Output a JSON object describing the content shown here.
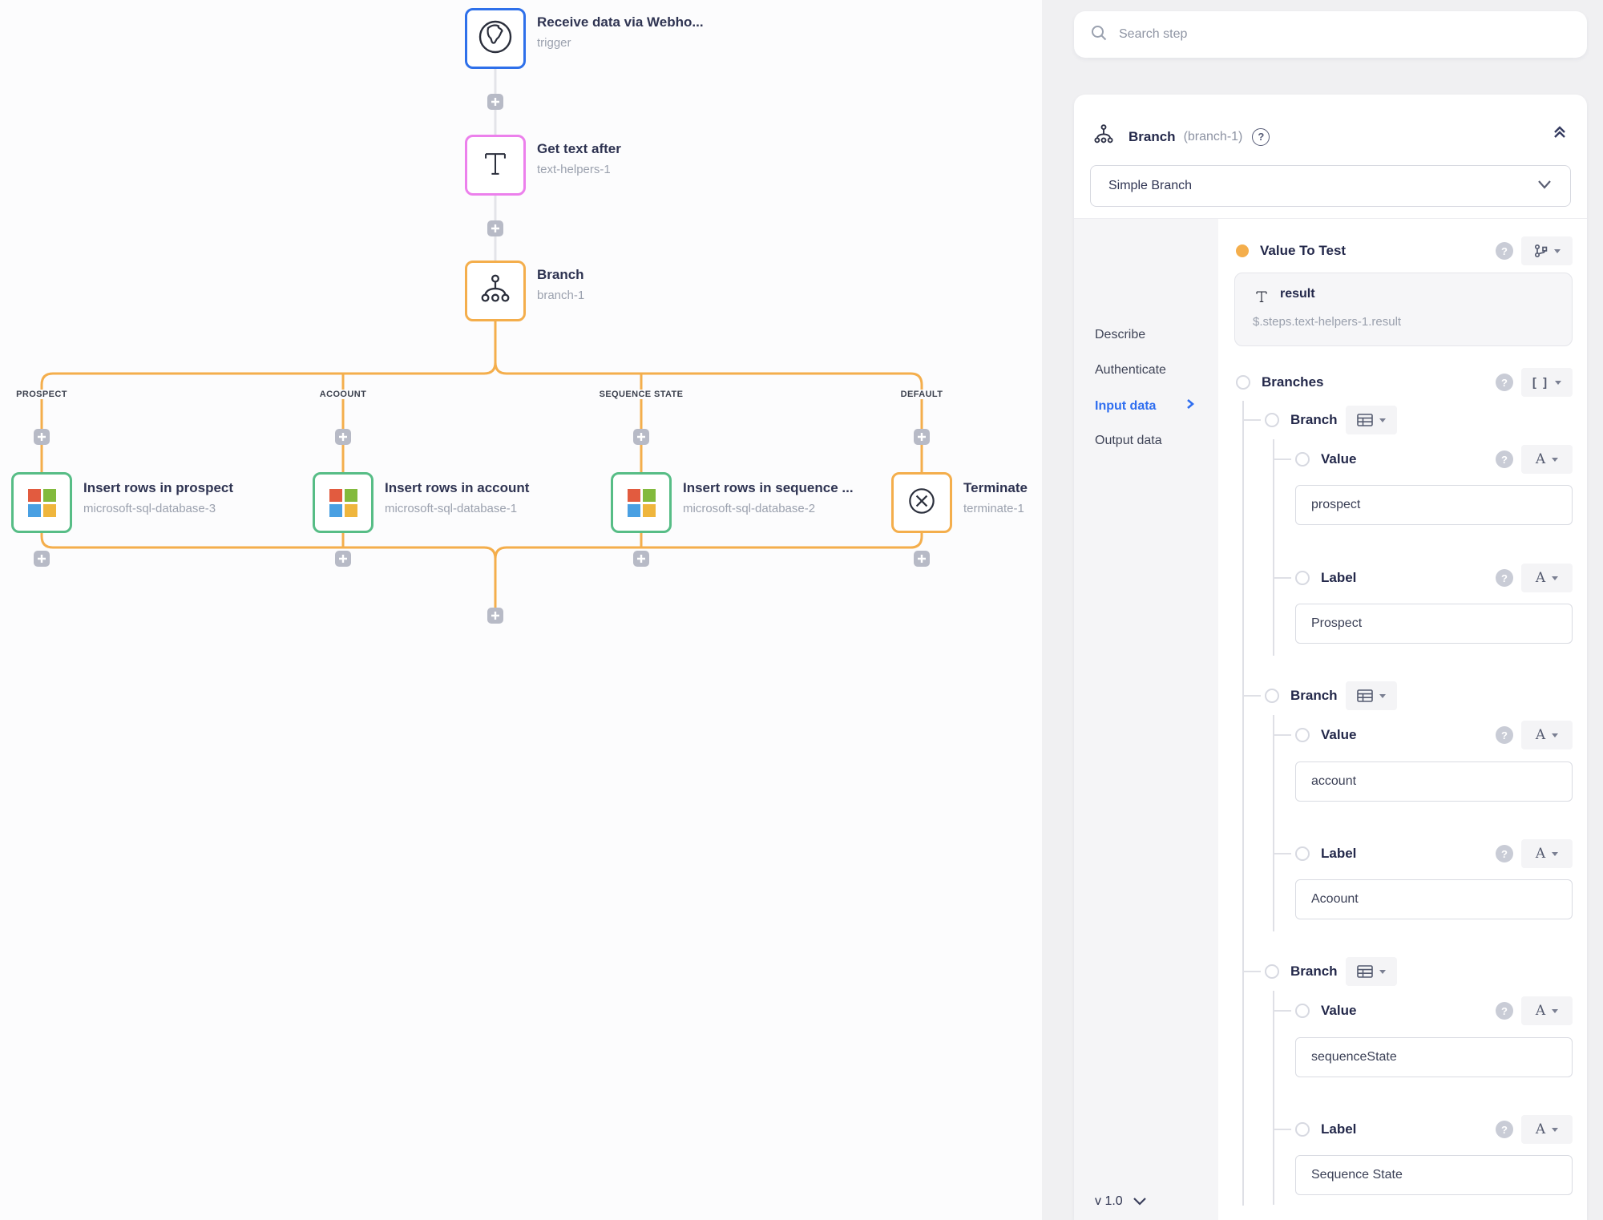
{
  "colors": {
    "orange": "#f4ae4c",
    "blue-border": "#2e70ea",
    "pink": "#ec80ec",
    "green": "#57bd86",
    "grey-line": "#e3e4e9",
    "navy": "#2f3452",
    "link": "#2f6ef0",
    "ms-red": "#e25b3f",
    "ms-green": "#83ba3d",
    "ms-blue": "#4aa0e2",
    "ms-yellow": "#efb63d"
  },
  "canvas": {
    "trigger": {
      "title": "Receive data via Webho...",
      "subtitle": "trigger",
      "icon": "globe-icon"
    },
    "text_helper": {
      "title": "Get text after",
      "subtitle": "text-helpers-1",
      "icon": "text-icon"
    },
    "branch": {
      "title": "Branch",
      "subtitle": "branch-1",
      "icon": "branch-icon"
    },
    "branch_labels": [
      "PROSPECT",
      "ACOOUNT",
      "SEQUENCE STATE",
      "DEFAULT"
    ],
    "leaves": [
      {
        "title": "Insert rows in prospect",
        "subtitle": "microsoft-sql-database-3",
        "icon": "microsoft-logo"
      },
      {
        "title": "Insert rows in account",
        "subtitle": "microsoft-sql-database-1",
        "icon": "microsoft-logo"
      },
      {
        "title": "Insert rows in sequence ...",
        "subtitle": "microsoft-sql-database-2",
        "icon": "microsoft-logo"
      },
      {
        "title": "Terminate",
        "subtitle": "terminate-1",
        "icon": "terminate-icon"
      }
    ]
  },
  "panel": {
    "search_placeholder": "Search step",
    "header": {
      "title": "Branch",
      "id": "(branch-1)",
      "help": "?",
      "collapse_icon": "collapse-up-icon"
    },
    "operation_select": {
      "value": "Simple Branch"
    },
    "nav": [
      "Describe",
      "Authenticate",
      "Input data",
      "Output data"
    ],
    "value_to_test": {
      "label": "Value To Test",
      "field_name": "result",
      "field_path": "$.steps.text-helpers-1.result",
      "type_icon": "jsonpath-icon"
    },
    "branches": {
      "label": "Branches",
      "array_type_glyph": "[ ]",
      "text_type_glyph": "A",
      "items": [
        {
          "name": "Branch",
          "value_field": {
            "label": "Value",
            "value": "prospect"
          },
          "label_field": {
            "label": "Label",
            "value": "Prospect"
          }
        },
        {
          "name": "Branch",
          "value_field": {
            "label": "Value",
            "value": "account"
          },
          "label_field": {
            "label": "Label",
            "value": "Acoount"
          }
        },
        {
          "name": "Branch",
          "value_field": {
            "label": "Value",
            "value": "sequenceState"
          },
          "label_field": {
            "label": "Label",
            "value": "Sequence State"
          }
        }
      ]
    },
    "version": "v 1.0"
  }
}
